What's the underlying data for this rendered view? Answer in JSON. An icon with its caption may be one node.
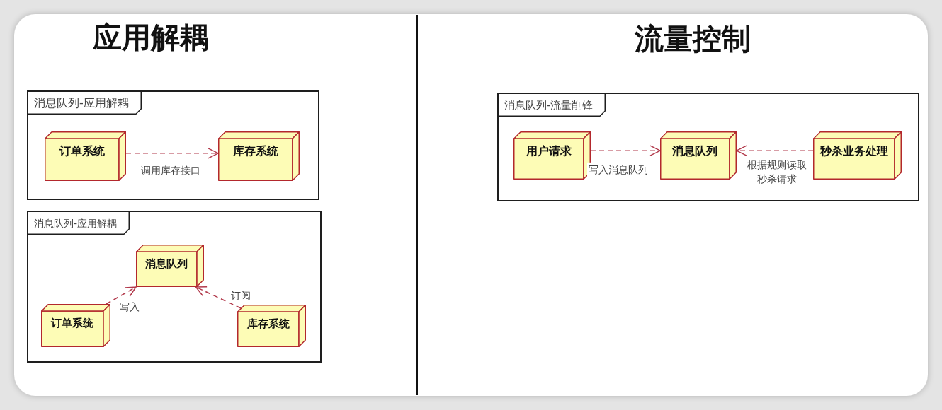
{
  "diagram": {
    "nodes": [
      {
        "text": [
          "消息队列-应用解耦"
        ]
      },
      {
        "text": [
          "订单系统"
        ],
        "in": 0
      },
      {
        "text": [
          "库存系统"
        ],
        "in": 0
      },
      {
        "text": [
          "消息队列-应用解耦"
        ]
      },
      {
        "text": [
          "消息队列"
        ],
        "in": 3
      },
      {
        "text": [
          "订单系统"
        ],
        "in": 3
      },
      {
        "text": [
          "库存系统"
        ],
        "in": 3
      },
      {
        "text": [
          "消息队列-流量削锋"
        ]
      },
      {
        "text": [
          "用户请求"
        ],
        "in": 7
      },
      {
        "text": [
          "消息队列"
        ],
        "in": 7
      },
      {
        "text": [
          "秒杀业务处理"
        ],
        "in": 7
      }
    ],
    "edges": [
      {
        "from": 1,
        "to": 2,
        "arrow": "to",
        "label": "调用库存接口",
        "style": "dashed"
      },
      {
        "from": 5,
        "to": 4,
        "arrow": "to",
        "label": "写入",
        "style": "dashed"
      },
      {
        "from": 6,
        "to": 4,
        "arrow": "to",
        "label": "订阅",
        "style": "dashed"
      },
      {
        "from": 8,
        "to": 9,
        "arrow": "to",
        "label": "写入消息队列",
        "style": "dashed"
      },
      {
        "from": 10,
        "to": 9,
        "arrow": "to",
        "label": "根据规则读取秒杀请求",
        "style": "dashed"
      }
    ],
    "labels": [
      "应用解耦",
      "流量控制"
    ]
  }
}
